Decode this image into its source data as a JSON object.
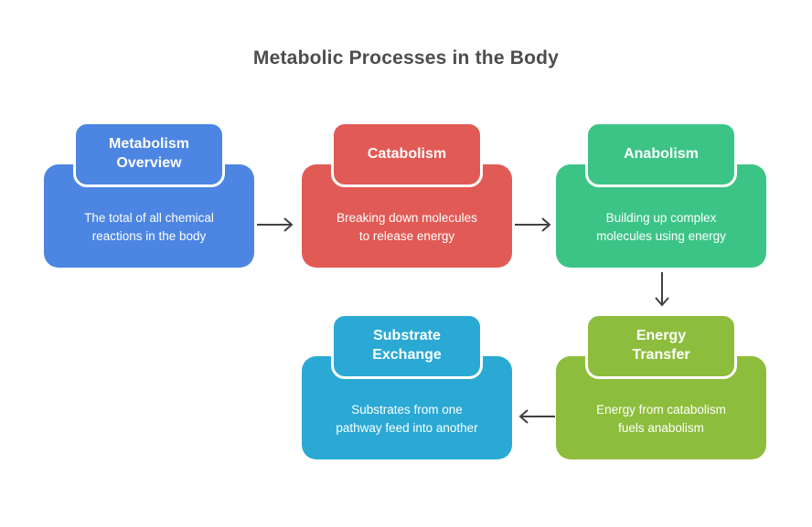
{
  "title": "Metabolic Processes in the Body",
  "nodes": [
    {
      "id": "metabolism-overview",
      "label": "Metabolism\nOverview",
      "description": "The total of all chemical\nreactions in the body",
      "color": "#4c85e2"
    },
    {
      "id": "catabolism",
      "label": "Catabolism",
      "description": "Breaking down molecules\nto release energy",
      "color": "#e25a55"
    },
    {
      "id": "anabolism",
      "label": "Anabolism",
      "description": "Building up complex\nmolecules using energy",
      "color": "#3cc487"
    },
    {
      "id": "substrate-exchange",
      "label": "Substrate\nExchange",
      "description": "Substrates from one\npathway feed into another",
      "color": "#29a9d4"
    },
    {
      "id": "energy-transfer",
      "label": "Energy\nTransfer",
      "description": "Energy from catabolism\nfuels anabolism",
      "color": "#8dbd3c"
    }
  ],
  "edges": [
    {
      "from": "metabolism-overview",
      "to": "catabolism",
      "direction": "right"
    },
    {
      "from": "catabolism",
      "to": "anabolism",
      "direction": "right"
    },
    {
      "from": "anabolism",
      "to": "energy-transfer",
      "direction": "down"
    },
    {
      "from": "energy-transfer",
      "to": "substrate-exchange",
      "direction": "left"
    }
  ],
  "colors": {
    "background": "#ffffff",
    "title_text": "#4d4d4d",
    "node_text": "#ffffff",
    "arrow": "#404040"
  }
}
